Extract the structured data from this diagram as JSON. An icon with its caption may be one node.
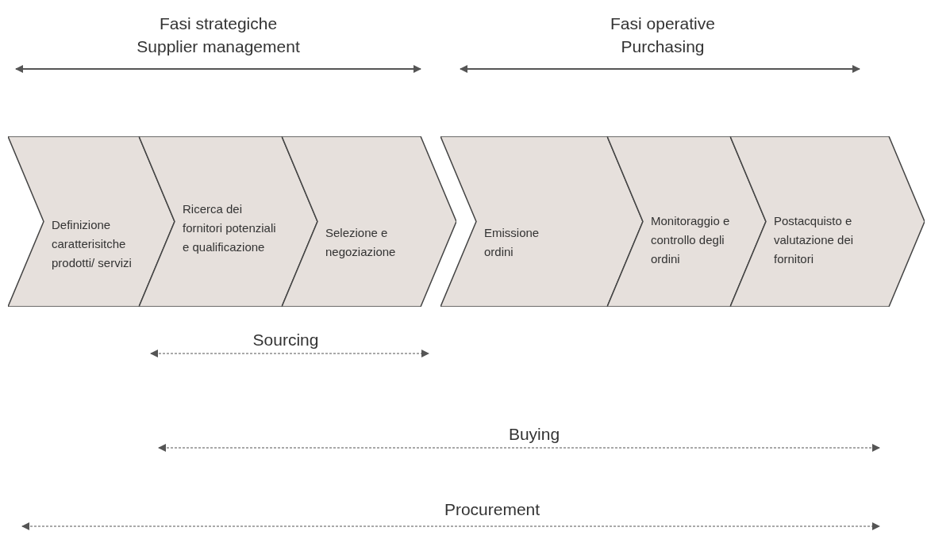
{
  "diagram": {
    "nodes": [
      {
        "text": [
          "Definizione caratterisitche prodotti/ servizi"
        ]
      },
      {
        "text": [
          "Ricerca dei fornitori potenziali e qualificazione"
        ]
      },
      {
        "text": [
          "Selezione e negoziazione"
        ]
      },
      {
        "text": [
          "Emissione ordini"
        ]
      },
      {
        "text": [
          "Monitoraggio e controllo degli ordini"
        ]
      },
      {
        "text": [
          "Postacquisto e valutazione dei fornitori"
        ]
      }
    ],
    "labels": [
      "Fasi strategiche Supplier management",
      "Fasi operative Purchasing",
      "Sourcing",
      "Buying",
      "Procurement"
    ]
  }
}
